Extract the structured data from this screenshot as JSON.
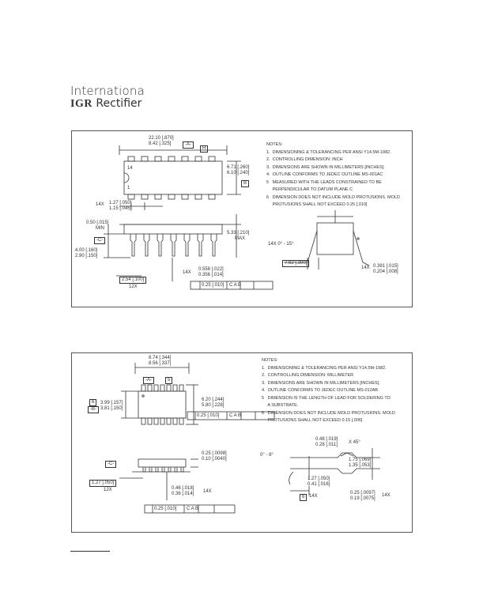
{
  "brand": {
    "line1": "Internationa",
    "logo": "IGR",
    "line2": "Rectifier"
  },
  "pkg1": {
    "dims": {
      "top1": "22.10  [.870]",
      "top2": "8.42  [.325]",
      "datum_a": "-A-",
      "ref_h": "H",
      "pin14": "14",
      "pin1": "1",
      "side1": "6.71  [.260]",
      "side2": "6.10  [.240]",
      "datum_b_box": "B",
      "pitch": "1.27  [.050]",
      "pitch2": "1.15  [.045]",
      "pitch_label": "14X",
      "lead1": "0.50  [.015]",
      "lead_min": "MIN",
      "datum_c": "-C-",
      "height1": "4.00  [.160]",
      "height2": "2.90  [.150]",
      "seat1": "5.33  [.210]",
      "seat_max": "MAX",
      "bsc": "2.54  [.100]",
      "bsc_label": "12X",
      "lw1": "0.558  [.022]",
      "lw2": "0.356  [.014]",
      "lw_label": "14X",
      "tol": "0.25  [.010]",
      "tol_refs": "C   A   B",
      "angle": "14X  0° - 15°",
      "e_dim": "7.62  [.300]",
      "lt1": "0.381  [.015]",
      "lt2": "0.204  [.008]",
      "lt_label": "14X"
    },
    "notes": [
      "NOTES:",
      "1.  DIMENSIONING & TOLERANCING PER ANSI Y14.5M-1982.",
      "2.  CONTROLLING DIMENSION: INCH",
      "3.  DIMENSIONS ARE SHOWN IN MILLIMETERS [INCHES].",
      "4.  OUTLINE CONFORMS TO JEDEC OUTLINE MS-001AC",
      "5   MEASURED WITH THE LEADS CONSTRAINED TO BE",
      "     PERPENDICULAR TO DATUM PLANE C",
      "6   DIMENSION DOES NOT INCLUDE MOLD PROTUSIONS. MOLD",
      "     PROTUSIONS SHALL NOT EXCEED 0.25 [.010]"
    ]
  },
  "pkg2": {
    "dims": {
      "top1": "8.74  [.344]",
      "top2": "8.56  [.337]",
      "datum_a": "-A-",
      "ref5": "5",
      "w1": "3.99  [.157]",
      "w2": "3.81  [.150]",
      "datum_b": "-B-",
      "side1": "6.20  [.244]",
      "side2": "5.80  [.228]",
      "pos_tol": "0.25  [.010]",
      "pos_refs": "C   A   B",
      "lead_h1": "0.25  [.0098]",
      "lead_h2": "0.10  [.0040]",
      "datum_c": "-C-",
      "pitch": "1.27  [.050]",
      "pitch_label": "12X",
      "lw1": "0.46  [.018]",
      "lw2": "0.36  [.014]",
      "lw_label": "14X",
      "tol": "0.25  [.010]",
      "tol_refs": "C   A   B",
      "chamfer1": "0.48  [.019]",
      "chamfer2": "0.28  [.011]",
      "chamfer_x": "X 45°",
      "angle": "0° - 8°",
      "height1": "1.75  [.069]",
      "height2": "1.35  [.053]",
      "foot1": "1.27  [.050]",
      "foot2": "0.41  [.016]",
      "foot_label": "14X",
      "lt1": "0.25  [.0097]",
      "lt2": "0.19  [.0075]",
      "lt_label": "14X"
    },
    "notes": [
      "NOTES:",
      "1.  DIMENSIONING & TOLERANCING PER ANSI Y14.5M-1982.",
      "2.  CONTROLLING DIMENSION: MILLIMETER",
      "3.  DIMENSIONS ARE SHOWN IN MILLIMETERS [INCHES].",
      "4.  OUTLINE CONFORMS TO JEDEC OUTLINE MS-012AB",
      "5   DIMENSION IS THE LENGTH OF LEAD FOR SOLDERING TO",
      "     A SUBSTRATE.",
      "6   DIMENSION DOES NOT INCLUDE MOLD PROTUSIONS. MOLD",
      "     PROTUSIONS SHALL NOT EXCEED 0.15 [.006]"
    ]
  }
}
